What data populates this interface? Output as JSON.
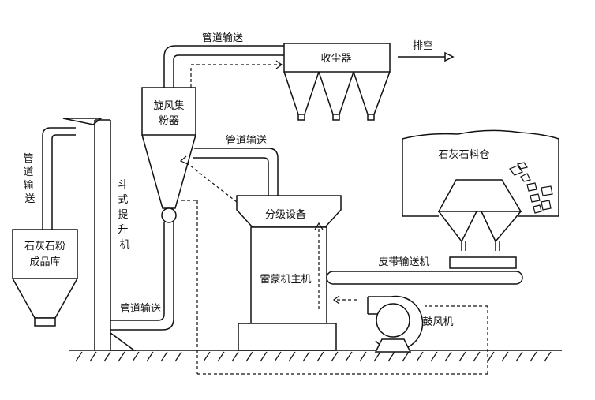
{
  "diagram": {
    "labels": {
      "dust_collector": "收尘器",
      "exhaust": "排空",
      "cyclone_line1": "旋风集",
      "cyclone_line2": "粉器",
      "pipe_top": "管道输送",
      "pipe_middle": "管道输送",
      "pipe_left": "管道输送",
      "pipe_bottom": "管道输送",
      "bucket_elevator": "斗式提升机",
      "product_silo_line1": "石灰石粉",
      "product_silo_line2": "成品库",
      "classifier": "分级设备",
      "raymond_mill": "雷蒙机主机",
      "limestone_bin": "石灰石料仓",
      "belt_conveyor": "皮带输送机",
      "blower": "鼓风机"
    },
    "colors": {
      "stroke": "#111111",
      "background": "#ffffff"
    }
  }
}
